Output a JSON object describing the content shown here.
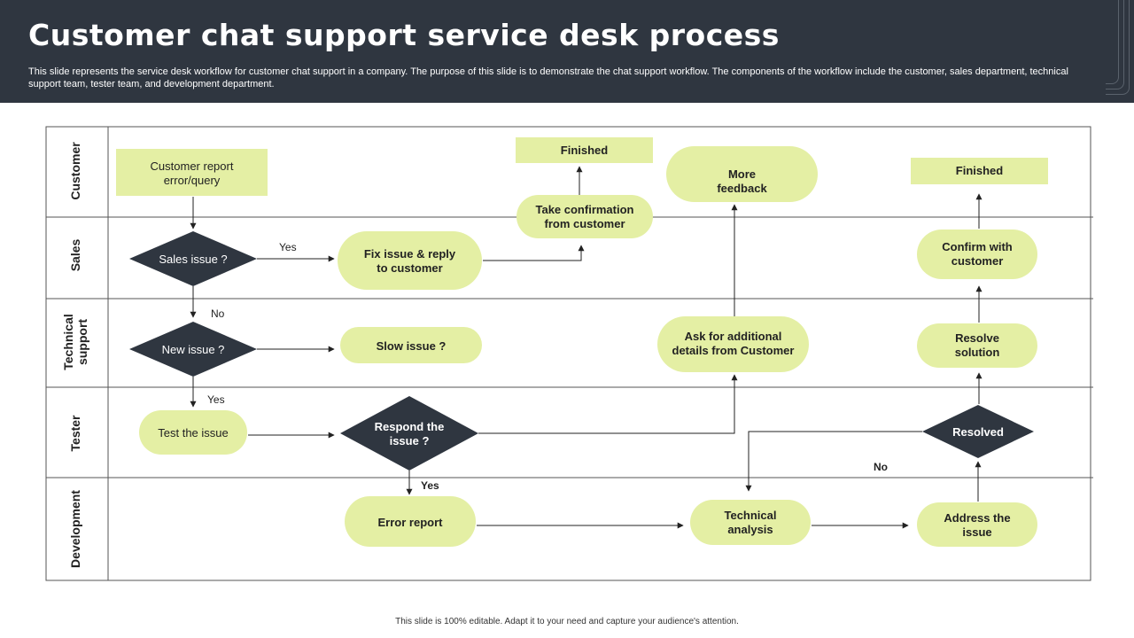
{
  "header": {
    "title": "Customer chat support service desk process",
    "description": "This slide represents the service desk workflow for customer chat support in a company. The purpose of this slide is to demonstrate the chat support workflow. The components of the workflow include the customer, sales department, technical support team, tester team, and development department."
  },
  "colors": {
    "header_bg": "#2f3640",
    "node_fill": "#e4efa4",
    "decision_fill": "#2f3640",
    "line": "#222222"
  },
  "lanes": [
    "Customer",
    "Sales",
    "Technical support",
    "Tester",
    "Development"
  ],
  "nodes": {
    "customer_report": "Customer report error/query",
    "sales_issue": "Sales issue ?",
    "new_issue": "New issue ?",
    "test_issue": "Test the issue",
    "fix_issue": "Fix issue & reply to customer",
    "slow_issue": "Slow issue ?",
    "respond_issue": "Respond the issue ?",
    "error_report": "Error report",
    "take_confirmation": "Take confirmation from customer",
    "finished_1": "Finished",
    "more_feedback": "More feedback",
    "ask_details": "Ask for additional details from Customer",
    "technical_analysis": "Technical analysis",
    "address_issue": "Address the issue",
    "resolved": "Resolved",
    "resolve_solution": "Resolve solution",
    "confirm_customer": "Confirm with customer",
    "finished_2": "Finished"
  },
  "edge_labels": {
    "yes_1": "Yes",
    "no_1": "No",
    "yes_2": "Yes",
    "yes_3": "Yes",
    "no_2": "No"
  },
  "footer": "This slide is 100% editable. Adapt it to your need and capture your audience's attention."
}
